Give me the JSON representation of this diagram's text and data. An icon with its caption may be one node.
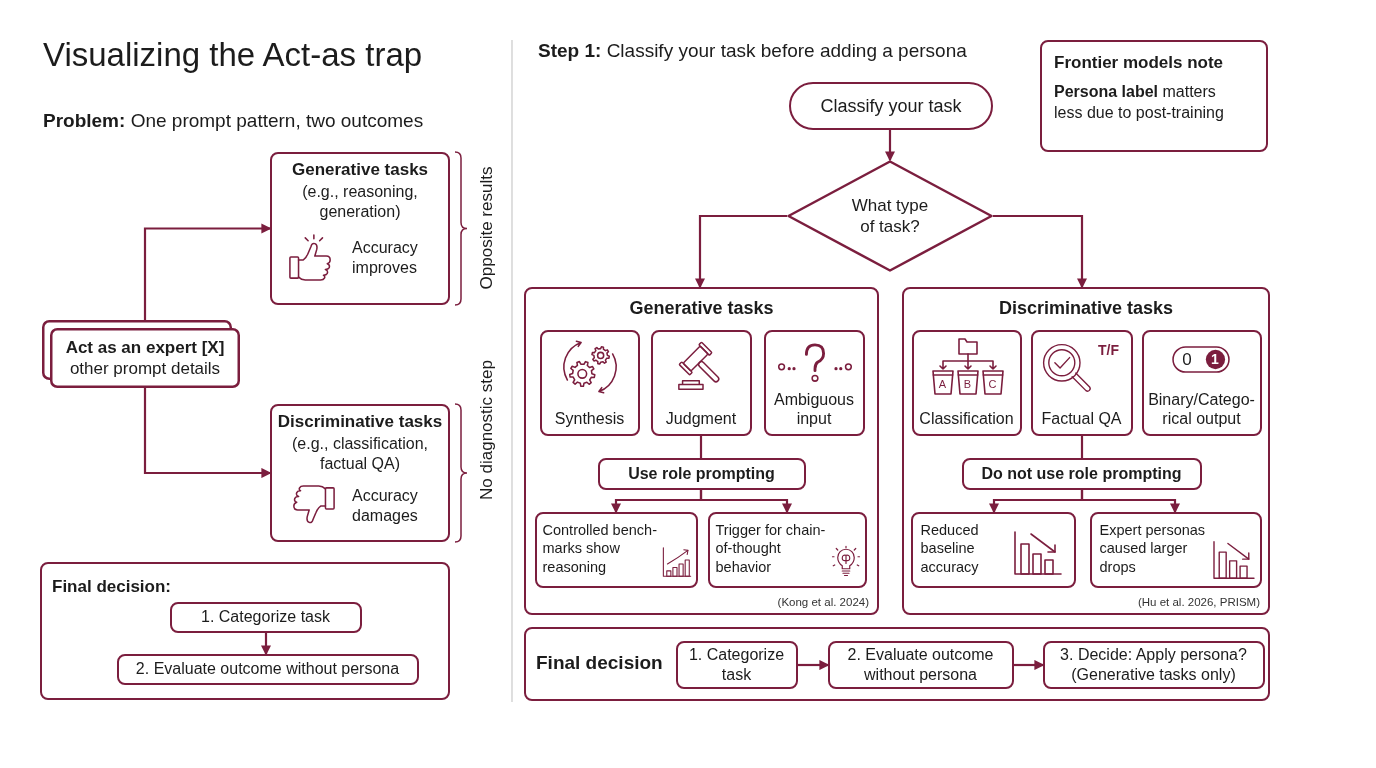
{
  "diagram": {
    "title": "Visualizing the Act-as trap",
    "nodes": [
      {
        "text": [
          "Act as an expert [X]",
          "other prompt details"
        ]
      },
      {
        "text": [
          "Generative tasks",
          "(e.g., reasoning, generation)",
          "Accuracy improves"
        ]
      },
      {
        "text": [
          "Discriminative tasks",
          "(e.g., classification, factual QA)",
          "Accuracy damages"
        ]
      },
      {
        "text": [
          "Final decision:"
        ]
      },
      {
        "text": [
          "1. Categorize task"
        ],
        "in": 3
      },
      {
        "text": [
          "2. Evaluate outcome without persona"
        ],
        "in": 3
      },
      {
        "text": [
          "Frontier models note",
          "**Persona label** matters less due to post-training"
        ]
      },
      {
        "text": [
          "Classify your task"
        ]
      },
      {
        "text": [
          "What type of task?"
        ]
      },
      {
        "text": [
          "Generative tasks",
          "(Kong et al. 2024)"
        ]
      },
      {
        "text": [
          "Synthesis"
        ],
        "in": 9
      },
      {
        "text": [
          "Judgment"
        ],
        "in": 9
      },
      {
        "text": [
          "Ambiguous input"
        ],
        "in": 9
      },
      {
        "text": [
          "Use role prompting"
        ],
        "in": 9
      },
      {
        "text": [
          "Controlled bench- marks show reasoning"
        ],
        "in": 9
      },
      {
        "text": [
          "Trigger for chain- of-thought behavior"
        ],
        "in": 9
      },
      {
        "text": [
          "Discriminative tasks",
          "(Hu et al. 2026, PRISM)"
        ]
      },
      {
        "text": [
          "A",
          "B",
          "C",
          "Classification"
        ],
        "in": 16
      },
      {
        "text": [
          "T/F",
          "Factual QA"
        ],
        "in": 16
      },
      {
        "text": [
          "0",
          "1",
          "Binary/Catego- rical output"
        ],
        "in": 16
      },
      {
        "text": [
          "Do not use role prompting"
        ],
        "in": 16
      },
      {
        "text": [
          "Reduced baseline accuracy"
        ],
        "in": 16
      },
      {
        "text": [
          "Expert personas caused larger drops"
        ],
        "in": 16
      },
      {
        "text": [
          "Final decision"
        ]
      },
      {
        "text": [
          "1. Categorize task"
        ],
        "in": 23
      },
      {
        "text": [
          "2. Evaluate outcome without persona"
        ],
        "in": 23
      },
      {
        "text": [
          "3. Decide: Apply persona? (Generative tasks only)"
        ],
        "in": 23
      }
    ],
    "edges": [
      {
        "from": 0,
        "to": 1,
        "arrow": "to"
      },
      {
        "from": 0,
        "to": 2,
        "arrow": "to"
      },
      {
        "from": 4,
        "to": 5,
        "arrow": "to"
      },
      {
        "from": 7,
        "to": 8,
        "arrow": "to"
      },
      {
        "from": 8,
        "to": 9,
        "arrow": "to"
      },
      {
        "from": 8,
        "to": 16,
        "arrow": "to"
      },
      {
        "from": 11,
        "to": 13,
        "arrow": "none"
      },
      {
        "from": 13,
        "to": 14,
        "arrow": "to"
      },
      {
        "from": 13,
        "to": 15,
        "arrow": "to"
      },
      {
        "from": 18,
        "to": 20,
        "arrow": "none"
      },
      {
        "from": 20,
        "to": 21,
        "arrow": "to"
      },
      {
        "from": 20,
        "to": 22,
        "arrow": "to"
      },
      {
        "from": 24,
        "to": 25,
        "arrow": "to"
      },
      {
        "from": 25,
        "to": 26,
        "arrow": "to"
      }
    ],
    "labels": [
      "**Problem:** One prompt pattern, two outcomes",
      "Opposite results",
      "No diagnostic step",
      "**Step 1:** Classify your task before adding a persona"
    ]
  }
}
